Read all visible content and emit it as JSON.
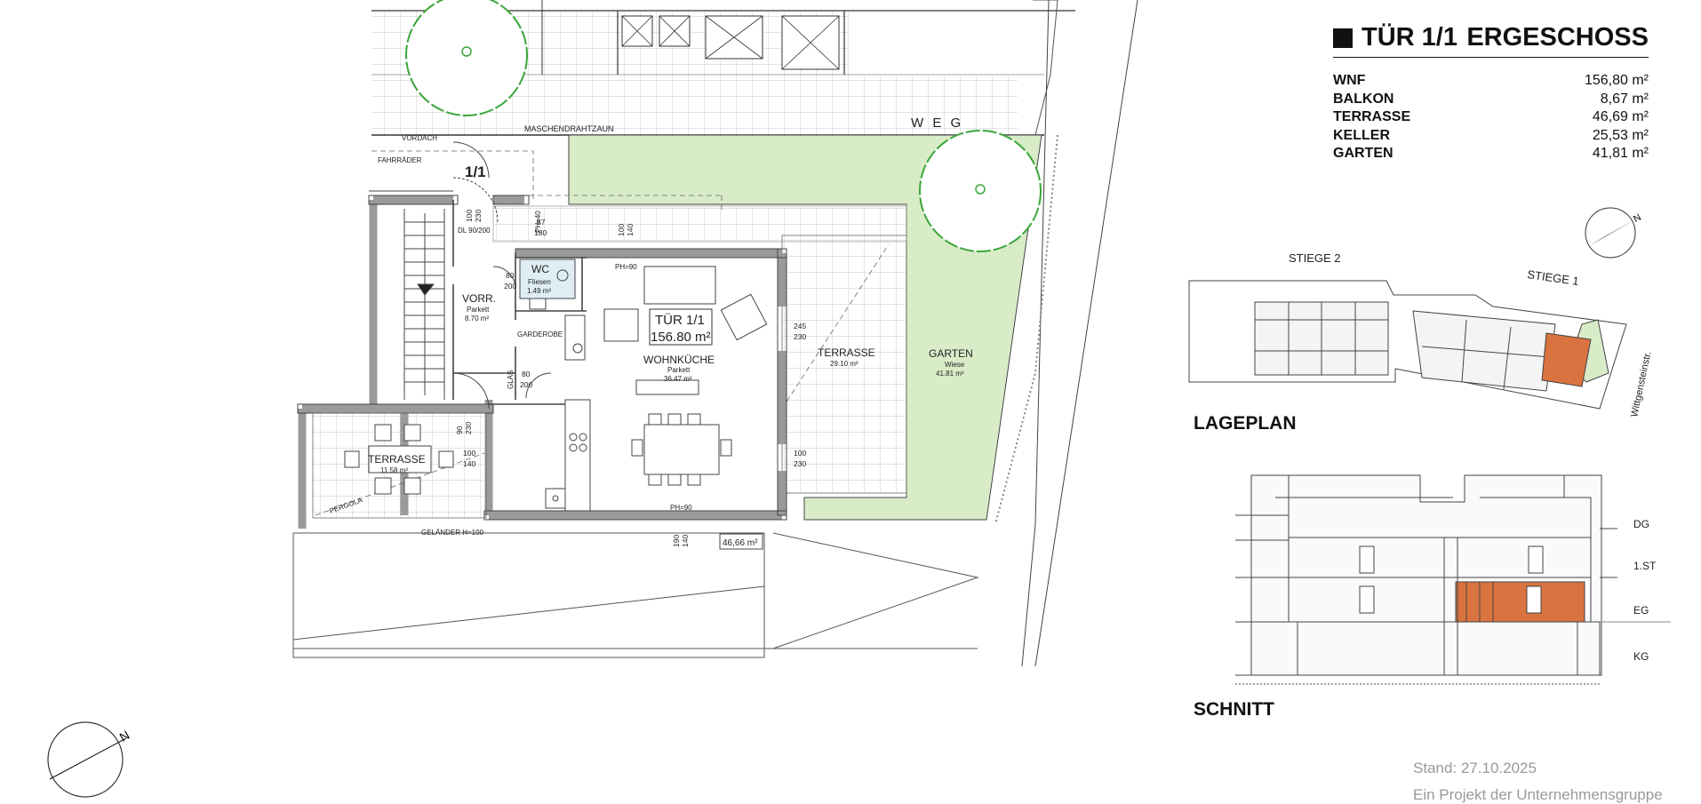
{
  "header": {
    "unit": "TÜR 1/1",
    "floor": "ERGESCHOSS"
  },
  "areas": [
    {
      "label": "WNF",
      "value": "156,80 m²"
    },
    {
      "label": "BALKON",
      "value": "8,67 m²"
    },
    {
      "label": "TERRASSE",
      "value": "46,69 m²"
    },
    {
      "label": "KELLER",
      "value": "25,53 m²"
    },
    {
      "label": "GARTEN",
      "value": "41,81 m²"
    }
  ],
  "sections": {
    "lageplan": "LAGEPLAN",
    "schnitt": "SCHNITT"
  },
  "footer": {
    "stand": "Stand: 27.10.2025",
    "projekt": "Ein Projekt der Unternehmensgruppe"
  },
  "colors": {
    "garden": "#d9ecc8",
    "highlight": "#d9733f",
    "tree": "#3aa63a",
    "wall": "#9a9a9a",
    "line": "#333333",
    "grid": "#aaaaaa"
  },
  "plan": {
    "unit_label": "1/1",
    "weg": "W E G",
    "maschendrahtzaun": "MASCHENDRAHTZAUN",
    "vordach": "VORDACH",
    "fahrraeder": "FAHRRÄDER",
    "dl": "DL 90/200",
    "ph40": "PH=40",
    "ph90_top": "PH=90",
    "ph90_bottom": "PH=90",
    "glas": "GLAS",
    "pergola": "PERGOLA",
    "gelaender": "GELÄNDER H=100",
    "garderobe": "GARDEROBE",
    "area_box": "46,66 m²",
    "rooms": {
      "wc": {
        "name": "WC",
        "floor": "Fliesen",
        "area": "1.49 m²"
      },
      "vorr": {
        "name": "VORR.",
        "floor": "Parkett",
        "area": "8.70 m²"
      },
      "wohnkueche": {
        "name": "WOHNKÜCHE",
        "floor": "Parkett",
        "area": "36.47 m²"
      },
      "terrasse_main": {
        "name": "TERRASSE",
        "area": "29.10 m²"
      },
      "terrasse_small": {
        "name": "TERRASSE",
        "area": "11.58 m²"
      },
      "garten": {
        "name": "GARTEN",
        "floor": "Wiese",
        "area": "41.81 m²"
      }
    },
    "unit_tag": {
      "name": "TÜR 1/1",
      "area": "156.80 m²"
    },
    "dims": {
      "d1": [
        "100",
        "230"
      ],
      "d2": [
        "87",
        "180"
      ],
      "d3": [
        "100",
        "140"
      ],
      "d4": [
        "80",
        "200"
      ],
      "d5": [
        "245",
        "230"
      ],
      "d6": [
        "80",
        "200"
      ],
      "d7": [
        "90",
        "230"
      ],
      "d8": [
        "100",
        "140"
      ],
      "d9": [
        "100",
        "230"
      ],
      "d10": [
        "190",
        "140"
      ]
    }
  },
  "lageplan": {
    "stiege2": "STIEGE 2",
    "stiege1": "STIEGE 1",
    "street": "Wittgensteinstr."
  },
  "schnitt": {
    "dg": "DG",
    "st1": "1.ST",
    "eg": "EG",
    "kg": "KG"
  }
}
